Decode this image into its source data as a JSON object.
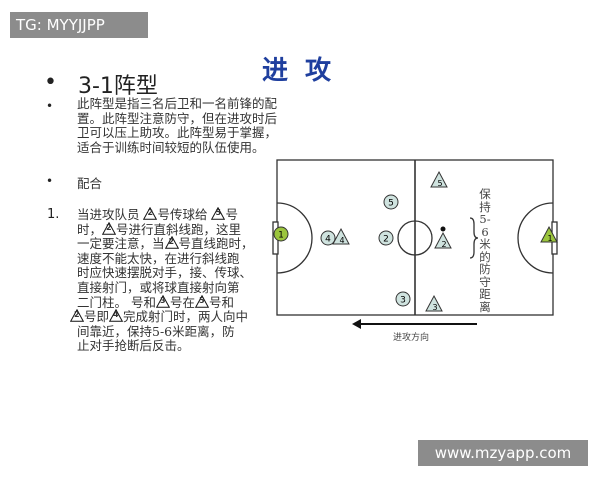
{
  "tag": "TG: MYYJJPP",
  "watermark": "www.mzyapp.com",
  "title": "进 攻",
  "heading": "3-1阵型",
  "bullet": "•",
  "small_bullet": "•",
  "paragraph1": "此阵型是指三名后卫和一名前锋的配置。此阵型注意防守，但在进攻时后卫可以压上助攻。此阵型易于掌握，适合于训练时间较短的队伍使用。",
  "paragraph2": "配合",
  "list_number": "1.",
  "list_lines": [
    [
      {
        "t": "当进攻队员 "
      },
      {
        "tri": "2"
      },
      {
        "t": "号传球给 "
      },
      {
        "tri": "5"
      },
      {
        "t": "号"
      }
    ],
    [
      {
        "t": "时，"
      },
      {
        "tri": "2"
      },
      {
        "t": "号进行直斜线跑，这里"
      }
    ],
    [
      {
        "t": "一定要注意，当"
      },
      {
        "tri": "2"
      },
      {
        "t": "号直线跑时，"
      }
    ],
    [
      {
        "t": "速度不能太快，在进行斜线跑"
      }
    ],
    [
      {
        "t": "时应快速摆脱对手，接、传球、"
      }
    ],
    [
      {
        "t": "直接射门，或将球直接射向第"
      }
    ],
    [
      {
        "t": "二门柱。   号和"
      },
      {
        "tri": "3"
      },
      {
        "t": "号在"
      },
      {
        "tri": "5"
      },
      {
        "t": "号和"
      }
    ],
    [
      {
        "tri": "2"
      },
      {
        "t": "号即"
      },
      {
        "tri": "4"
      },
      {
        "t": "完成射门时，两人向中"
      }
    ],
    [
      {
        "t": "间靠近，保持5-6米距离，防"
      }
    ],
    [
      {
        "t": "止对手抢断后反击。"
      }
    ]
  ],
  "diagram": {
    "defense_distance_label": "保持5-6米的防守距离",
    "direction_label": "进攻方向",
    "attackers": [
      {
        "n": "1",
        "color": "#9bc53d",
        "role": "goalkeeper"
      },
      {
        "n": "4",
        "color": "#cfe3df"
      },
      {
        "n": "2",
        "color": "#cfe3df"
      },
      {
        "n": "5",
        "color": "#cfe3df"
      },
      {
        "n": "3",
        "color": "#cfe3df"
      }
    ],
    "defenders": [
      {
        "n": "4",
        "color": "#cfe3df"
      },
      {
        "n": "5",
        "color": "#cfe3df"
      },
      {
        "n": "2",
        "color": "#cfe3df"
      },
      {
        "n": "3",
        "color": "#cfe3df"
      },
      {
        "n": "1",
        "color": "#9bc53d",
        "role": "goalkeeper"
      }
    ]
  }
}
